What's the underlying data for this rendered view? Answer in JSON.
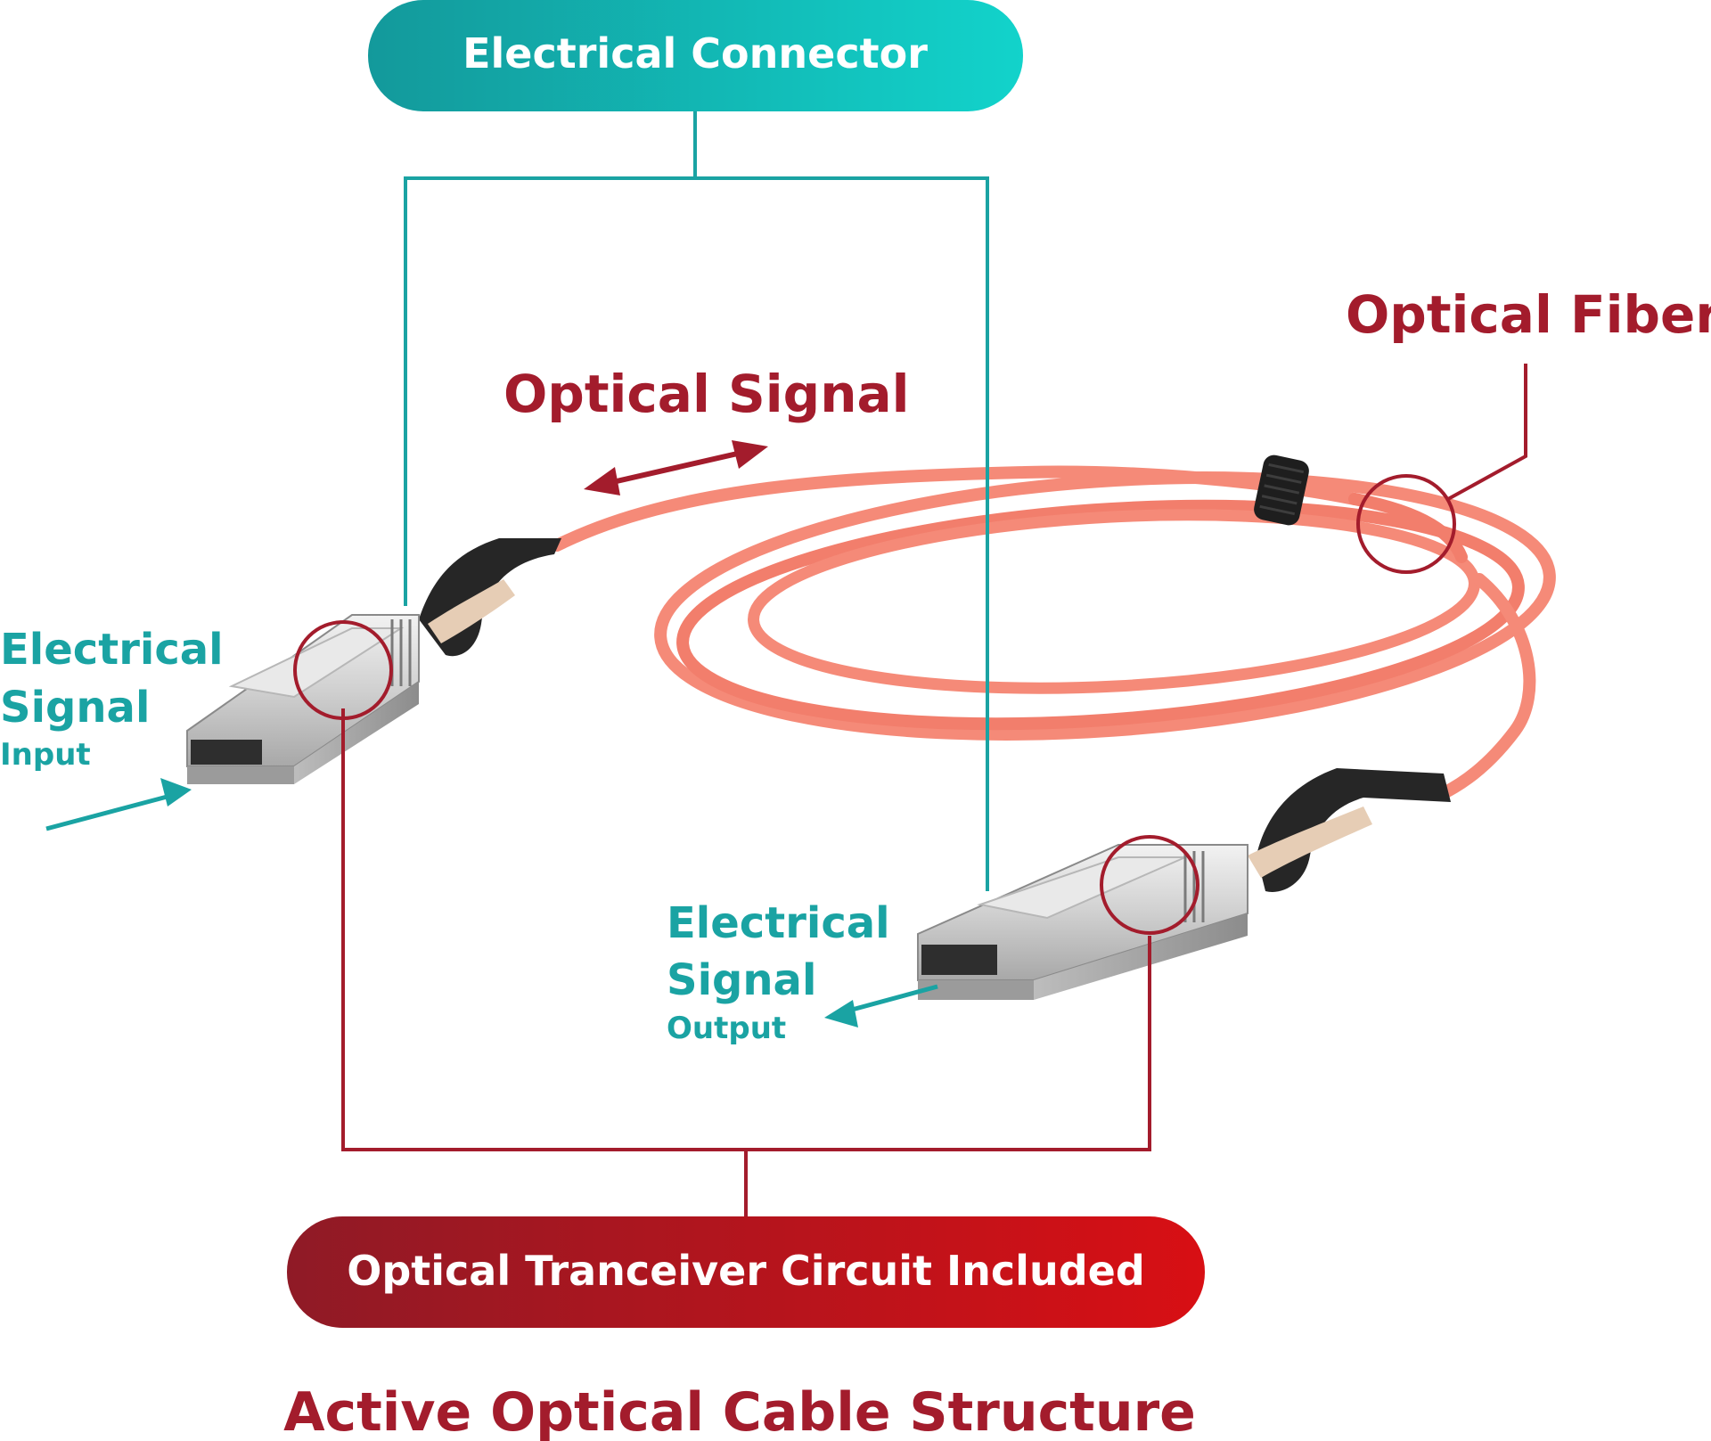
{
  "labels": {
    "electrical_connector": "Electrical Connector",
    "optical_fiber": "Optical Fiber",
    "optical_signal": "Optical Signal",
    "input_line1": "Electrical",
    "input_line2": "Signal",
    "input_line3": "Input",
    "output_line1": "Electrical",
    "output_line2": "Signal",
    "output_line3": "Output",
    "transceiver_circuit": "Optical Tranceiver Circuit Included",
    "title": "Active Optical Cable Structure"
  },
  "colors": {
    "teal": "#1aa3a3",
    "teal_light": "#12cfc8",
    "red": "#a31c2c",
    "red_bright": "#d01018",
    "cable": "#f58a78",
    "cable_dark": "#e8705e",
    "metal": "#d6d6d6",
    "boot": "#2a2a2a"
  }
}
